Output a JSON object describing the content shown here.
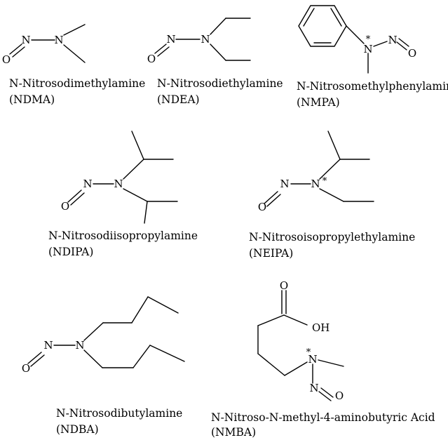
{
  "molecules": [
    {
      "name": "N-Nitrosodimethylamine",
      "abbr": "(NDMA)",
      "atoms": [
        "N",
        "N",
        "O"
      ]
    },
    {
      "name": "N-Nitrosodiethylamine",
      "abbr": "(NDEA)",
      "atoms": [
        "N",
        "N",
        "O"
      ]
    },
    {
      "name": "N-Nitrosomethylphenylamine",
      "abbr": "(NMPA)",
      "atoms": [
        "N",
        "*",
        "N",
        "O"
      ]
    },
    {
      "name": "N-Nitrosodiisopropylamine",
      "abbr": "(NDIPA)",
      "atoms": [
        "N",
        "N",
        "O"
      ]
    },
    {
      "name": "N-Nitrosoisopropylethylamine",
      "abbr": "(NEIPA)",
      "atoms": [
        "N",
        "*",
        "N",
        "O"
      ]
    },
    {
      "name": "N-Nitrosodibutylamine",
      "abbr": "(NDBA)",
      "atoms": [
        "N",
        "N",
        "O"
      ]
    },
    {
      "name": "N-Nitroso-N-methyl-4-aminobutyric Acid",
      "abbr": "(NMBA)",
      "atoms": [
        "O",
        "OH",
        "N",
        "*",
        "N",
        "O"
      ]
    }
  ]
}
